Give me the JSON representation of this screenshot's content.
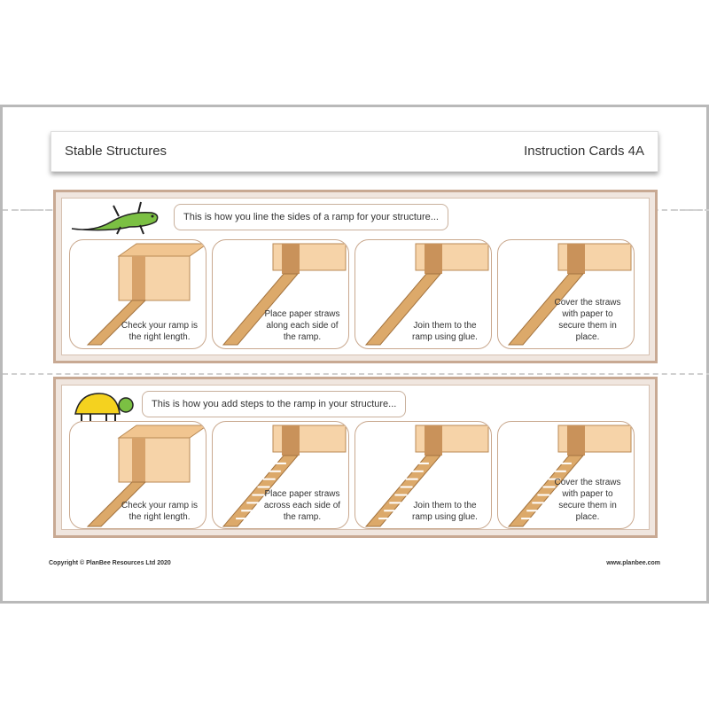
{
  "header": {
    "title": "Stable Structures",
    "subtitle": "Instruction Cards 4A"
  },
  "sections": [
    {
      "animal": "lizard-icon",
      "intro": "This is how you line the sides of a ramp for your structure...",
      "steps": [
        "Check your ramp is the right length.",
        "Place paper straws along each side of the ramp.",
        "Join them to the ramp using glue.",
        "Cover the straws with paper to secure them in place."
      ]
    },
    {
      "animal": "tortoise-icon",
      "intro": "This is how you add steps to the ramp in your structure...",
      "steps": [
        "Check your ramp is the right length.",
        "Place paper straws across each side of the ramp.",
        "Join them to the ramp using glue.",
        "Cover the straws with paper to secure them in place."
      ]
    }
  ],
  "footer": {
    "copyright": "Copyright © PlanBee Resources Ltd 2020",
    "website": "www.planbee.com"
  },
  "colors": {
    "panel_border": "#c8a993",
    "ramp": "#dca96a",
    "box": "#f6d3a8"
  }
}
